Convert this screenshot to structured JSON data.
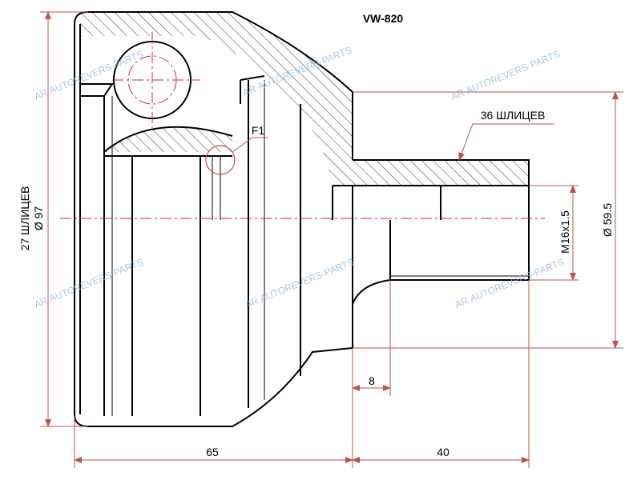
{
  "title": "VW-820",
  "labels": {
    "inner_splines": "27 ШЛИЦЕВ",
    "outer_diameter": "Ø 97",
    "outer_splines": "36 ШЛИЦЕВ",
    "thread": "M16x1.5",
    "flange_diameter": "Ø 59.5",
    "detail": "F1",
    "dim_shoulder": "8",
    "dim_body": "65",
    "dim_stem": "40"
  },
  "watermark": {
    "text": "AUTOREVERS-PARTS",
    "logo": "AR",
    "color": "#8ab6e0"
  },
  "colors": {
    "dimension": "#c0504d",
    "outline": "#000000"
  }
}
